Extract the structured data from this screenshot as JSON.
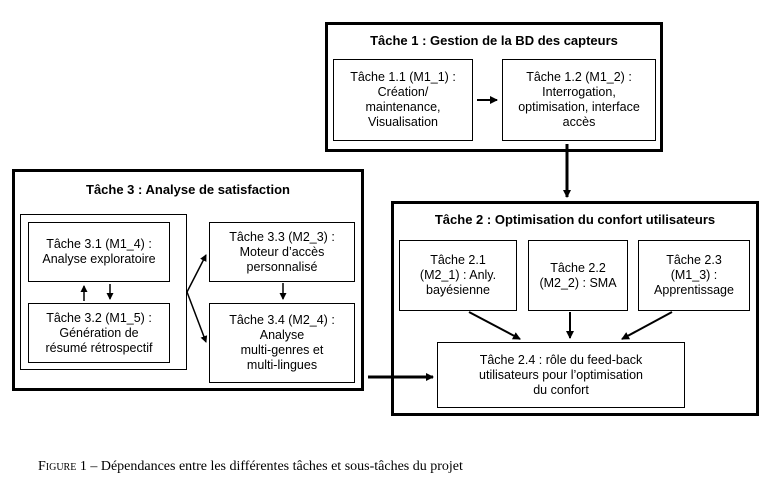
{
  "groups": {
    "t1": {
      "title": "Tâche 1 : Gestion de la BD des capteurs"
    },
    "t2": {
      "title": "Tâche 2 : Optimisation du confort utilisateurs"
    },
    "t3": {
      "title": "Tâche 3 : Analyse de satisfaction"
    }
  },
  "tasks": {
    "t11": "Tâche 1.1 (M1_1) :\nCréation/\nmaintenance,\nVisualisation",
    "t12": "Tâche 1.2 (M1_2) :\nInterrogation,\noptimisation, interface\naccès",
    "t21": "Tâche 2.1\n(M2_1) : Anly.\nbayésienne",
    "t22": "Tâche 2.2\n(M2_2) : SMA",
    "t23": "Tâche 2.3\n(M1_3) :\nApprentissage",
    "t24": "Tâche 2.4 : rôle du feed-back\nutilisateurs pour l’optimisation\ndu confort",
    "t31": "Tâche 3.1 (M1_4) :\nAnalyse exploratoire",
    "t32": "Tâche 3.2 (M1_5) :\nGénération de\nrésumé rétrospectif",
    "t33": "Tâche 3.3 (M2_3) :\nMoteur d’accès\npersonnalisé",
    "t34": "Tâche 3.4 (M2_4) :\nAnalyse\nmulti-genres et\nmulti-lingues"
  },
  "caption": {
    "label": "Figure",
    "number": "1",
    "text": "– Dépendances entre les différentes tâches et sous-tâches du projet"
  }
}
